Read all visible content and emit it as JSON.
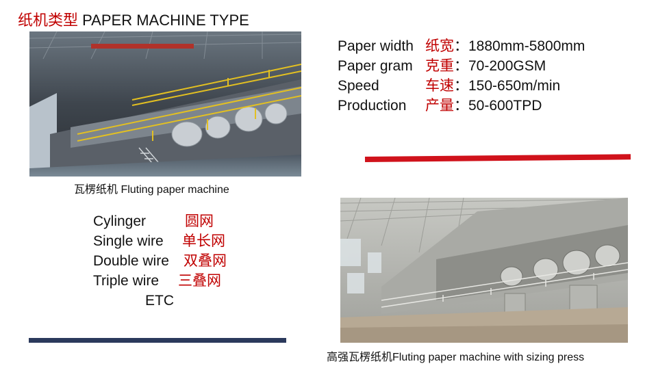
{
  "title": {
    "zh": "纸机类型",
    "en": "PAPER MACHINE TYPE"
  },
  "photos": {
    "top_left": {
      "caption": "瓦楞纸机 Fluting paper machine"
    },
    "bottom_right": {
      "caption": "高强瓦楞纸机Fluting paper machine with sizing press"
    }
  },
  "specs": [
    {
      "label": "Paper width",
      "zh": "纸宽",
      "value": "：1880mm-5800mm"
    },
    {
      "label": "Paper gram",
      "zh": "克重",
      "value": "：70-200GSM"
    },
    {
      "label": "Speed",
      "zh": "车速",
      "value": "：150-650m/min"
    },
    {
      "label": "Production",
      "zh": "产量",
      "value": "：50-600TPD"
    }
  ],
  "types": [
    {
      "en": "Cylinger",
      "zh": "圆网"
    },
    {
      "en": "Single wire",
      "zh": "单长网"
    },
    {
      "en": "Double wire",
      "zh": "双叠网"
    },
    {
      "en": "Triple wire",
      "zh": "三叠网"
    }
  ],
  "types_etc": "ETC",
  "colors": {
    "accent_red": "#c00000",
    "bar_red": "#d0121b",
    "bar_navy": "#2b3a5c"
  }
}
